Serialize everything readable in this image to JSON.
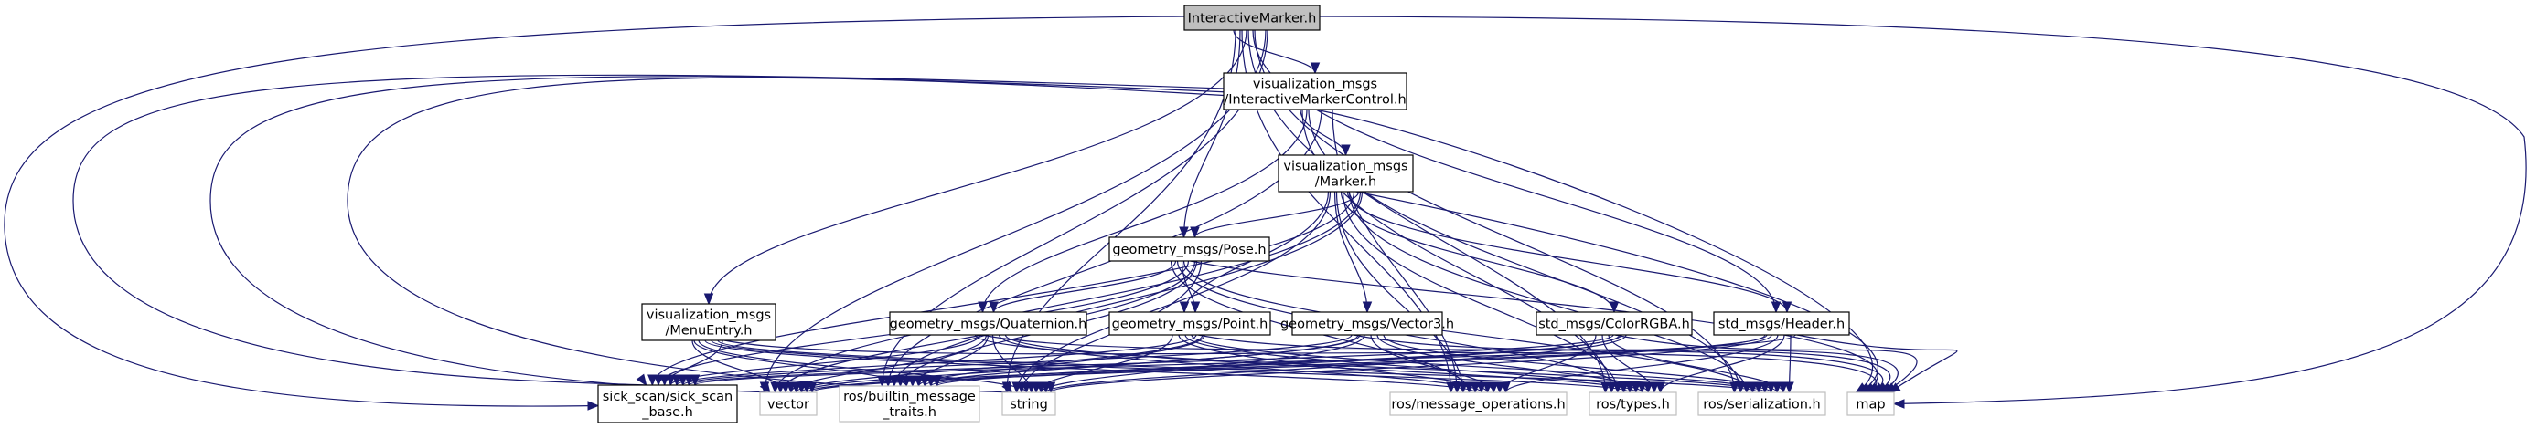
{
  "diagram": {
    "title": "InteractiveMarker.h",
    "type": "include-dependency-graph",
    "colors": {
      "edge": "#191970",
      "root_fill": "#bfbfbf",
      "node_border": "#000000",
      "external_border": "#bfbfbf"
    },
    "nodes": [
      {
        "id": "root",
        "lines": [
          "InteractiveMarker.h"
        ],
        "kind": "root"
      },
      {
        "id": "imc",
        "lines": [
          "visualization_msgs",
          "/InteractiveMarkerControl.h"
        ],
        "kind": "internal"
      },
      {
        "id": "marker",
        "lines": [
          "visualization_msgs",
          "/Marker.h"
        ],
        "kind": "internal"
      },
      {
        "id": "pose",
        "lines": [
          "geometry_msgs/Pose.h"
        ],
        "kind": "internal"
      },
      {
        "id": "menuentry",
        "lines": [
          "visualization_msgs",
          "/MenuEntry.h"
        ],
        "kind": "internal"
      },
      {
        "id": "quaternion",
        "lines": [
          "geometry_msgs/Quaternion.h"
        ],
        "kind": "internal"
      },
      {
        "id": "point",
        "lines": [
          "geometry_msgs/Point.h"
        ],
        "kind": "internal"
      },
      {
        "id": "vector3",
        "lines": [
          "geometry_msgs/Vector3.h"
        ],
        "kind": "internal"
      },
      {
        "id": "colorrgba",
        "lines": [
          "std_msgs/ColorRGBA.h"
        ],
        "kind": "internal"
      },
      {
        "id": "header",
        "lines": [
          "std_msgs/Header.h"
        ],
        "kind": "internal"
      },
      {
        "id": "sickscan",
        "lines": [
          "sick_scan/sick_scan",
          "_base.h"
        ],
        "kind": "internal"
      },
      {
        "id": "vector",
        "lines": [
          "vector"
        ],
        "kind": "external"
      },
      {
        "id": "traits",
        "lines": [
          "ros/builtin_message",
          "_traits.h"
        ],
        "kind": "external"
      },
      {
        "id": "string",
        "lines": [
          "string"
        ],
        "kind": "external"
      },
      {
        "id": "msgops",
        "lines": [
          "ros/message_operations.h"
        ],
        "kind": "external"
      },
      {
        "id": "types",
        "lines": [
          "ros/types.h"
        ],
        "kind": "external"
      },
      {
        "id": "serialization",
        "lines": [
          "ros/serialization.h"
        ],
        "kind": "external"
      },
      {
        "id": "map",
        "lines": [
          "map"
        ],
        "kind": "external"
      }
    ],
    "edges": [
      [
        "root",
        "imc"
      ],
      [
        "root",
        "pose"
      ],
      [
        "root",
        "menuentry"
      ],
      [
        "root",
        "header"
      ],
      [
        "root",
        "sickscan"
      ],
      [
        "root",
        "vector"
      ],
      [
        "root",
        "string"
      ],
      [
        "root",
        "msgops"
      ],
      [
        "root",
        "types"
      ],
      [
        "root",
        "serialization"
      ],
      [
        "root",
        "map"
      ],
      [
        "root",
        "traits"
      ],
      [
        "imc",
        "marker"
      ],
      [
        "imc",
        "quaternion"
      ],
      [
        "imc",
        "sickscan"
      ],
      [
        "imc",
        "vector"
      ],
      [
        "imc",
        "string"
      ],
      [
        "imc",
        "msgops"
      ],
      [
        "imc",
        "types"
      ],
      [
        "imc",
        "serialization"
      ],
      [
        "imc",
        "map"
      ],
      [
        "imc",
        "traits"
      ],
      [
        "marker",
        "pose"
      ],
      [
        "marker",
        "point"
      ],
      [
        "marker",
        "vector3"
      ],
      [
        "marker",
        "colorrgba"
      ],
      [
        "marker",
        "header"
      ],
      [
        "marker",
        "sickscan"
      ],
      [
        "marker",
        "vector"
      ],
      [
        "marker",
        "string"
      ],
      [
        "marker",
        "msgops"
      ],
      [
        "marker",
        "types"
      ],
      [
        "marker",
        "serialization"
      ],
      [
        "marker",
        "map"
      ],
      [
        "marker",
        "traits"
      ],
      [
        "pose",
        "quaternion"
      ],
      [
        "pose",
        "point"
      ],
      [
        "pose",
        "sickscan"
      ],
      [
        "pose",
        "vector"
      ],
      [
        "pose",
        "string"
      ],
      [
        "pose",
        "msgops"
      ],
      [
        "pose",
        "types"
      ],
      [
        "pose",
        "serialization"
      ],
      [
        "pose",
        "map"
      ],
      [
        "pose",
        "traits"
      ],
      [
        "menuentry",
        "sickscan"
      ],
      [
        "menuentry",
        "vector"
      ],
      [
        "menuentry",
        "string"
      ],
      [
        "menuentry",
        "msgops"
      ],
      [
        "menuentry",
        "types"
      ],
      [
        "menuentry",
        "serialization"
      ],
      [
        "menuentry",
        "map"
      ],
      [
        "menuentry",
        "traits"
      ],
      [
        "quaternion",
        "sickscan"
      ],
      [
        "quaternion",
        "vector"
      ],
      [
        "quaternion",
        "string"
      ],
      [
        "quaternion",
        "msgops"
      ],
      [
        "quaternion",
        "types"
      ],
      [
        "quaternion",
        "serialization"
      ],
      [
        "quaternion",
        "map"
      ],
      [
        "quaternion",
        "traits"
      ],
      [
        "point",
        "sickscan"
      ],
      [
        "point",
        "vector"
      ],
      [
        "point",
        "string"
      ],
      [
        "point",
        "msgops"
      ],
      [
        "point",
        "types"
      ],
      [
        "point",
        "serialization"
      ],
      [
        "point",
        "map"
      ],
      [
        "point",
        "traits"
      ],
      [
        "vector3",
        "sickscan"
      ],
      [
        "vector3",
        "vector"
      ],
      [
        "vector3",
        "string"
      ],
      [
        "vector3",
        "msgops"
      ],
      [
        "vector3",
        "types"
      ],
      [
        "vector3",
        "serialization"
      ],
      [
        "vector3",
        "map"
      ],
      [
        "vector3",
        "traits"
      ],
      [
        "colorrgba",
        "sickscan"
      ],
      [
        "colorrgba",
        "vector"
      ],
      [
        "colorrgba",
        "string"
      ],
      [
        "colorrgba",
        "msgops"
      ],
      [
        "colorrgba",
        "types"
      ],
      [
        "colorrgba",
        "serialization"
      ],
      [
        "colorrgba",
        "map"
      ],
      [
        "colorrgba",
        "traits"
      ],
      [
        "header",
        "sickscan"
      ],
      [
        "header",
        "vector"
      ],
      [
        "header",
        "string"
      ],
      [
        "header",
        "msgops"
      ],
      [
        "header",
        "types"
      ],
      [
        "header",
        "serialization"
      ],
      [
        "header",
        "map"
      ],
      [
        "header",
        "traits"
      ]
    ]
  }
}
